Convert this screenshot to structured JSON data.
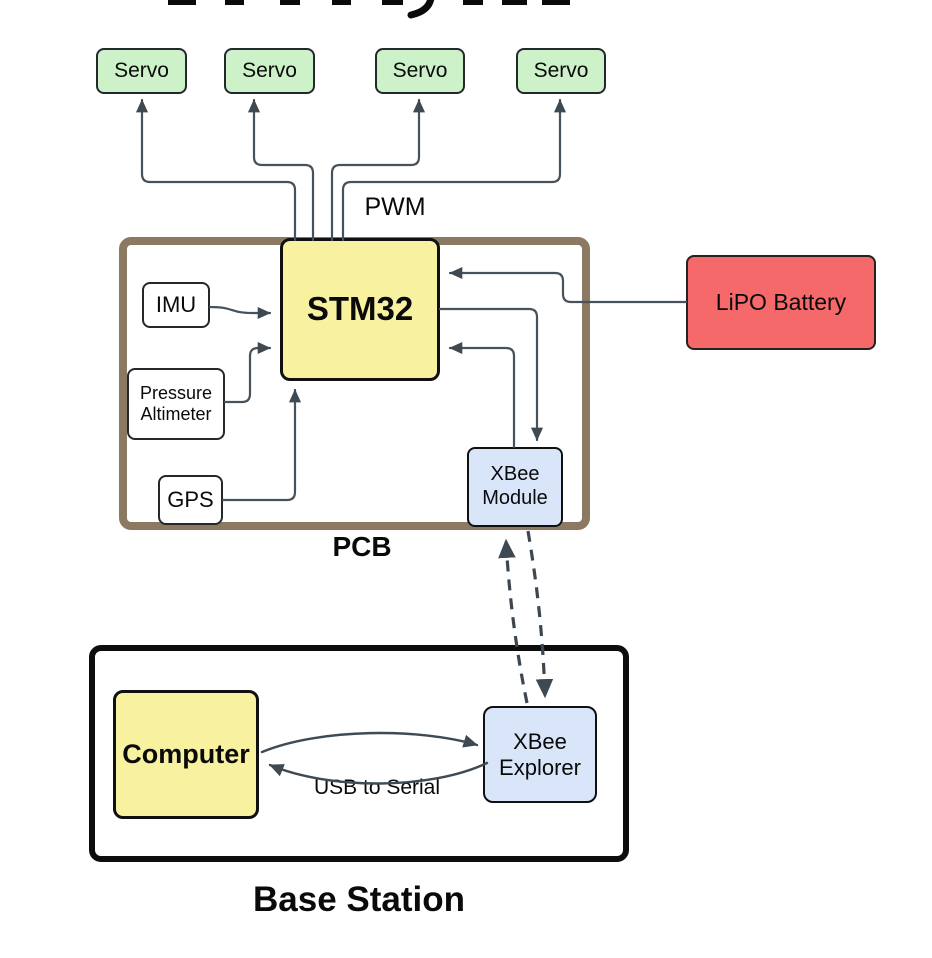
{
  "colors": {
    "servo_green": "#cdf1c8",
    "module_yellow": "#f8f1a0",
    "radio_blue": "#d9e6fa",
    "battery_red": "#f5696b",
    "pcb_border_brown": "#8b7a61",
    "base_station_border": "#0d0d0d",
    "wire_gray": "#47525b"
  },
  "servos": {
    "labels": [
      "Servo",
      "Servo",
      "Servo",
      "Servo"
    ]
  },
  "pwm_label": "PWM",
  "pcb": {
    "label": "PCB",
    "stm32": "STM32",
    "imu": "IMU",
    "pressure_altimeter": "Pressure\nAltimeter",
    "gps": "GPS",
    "xbee_module": "XBee\nModule"
  },
  "lipo_battery": "LiPO Battery",
  "base_station": {
    "label": "Base Station",
    "computer": "Computer",
    "xbee_explorer": "XBee\nExplorer",
    "usb_to_serial_label": "USB to Serial"
  }
}
